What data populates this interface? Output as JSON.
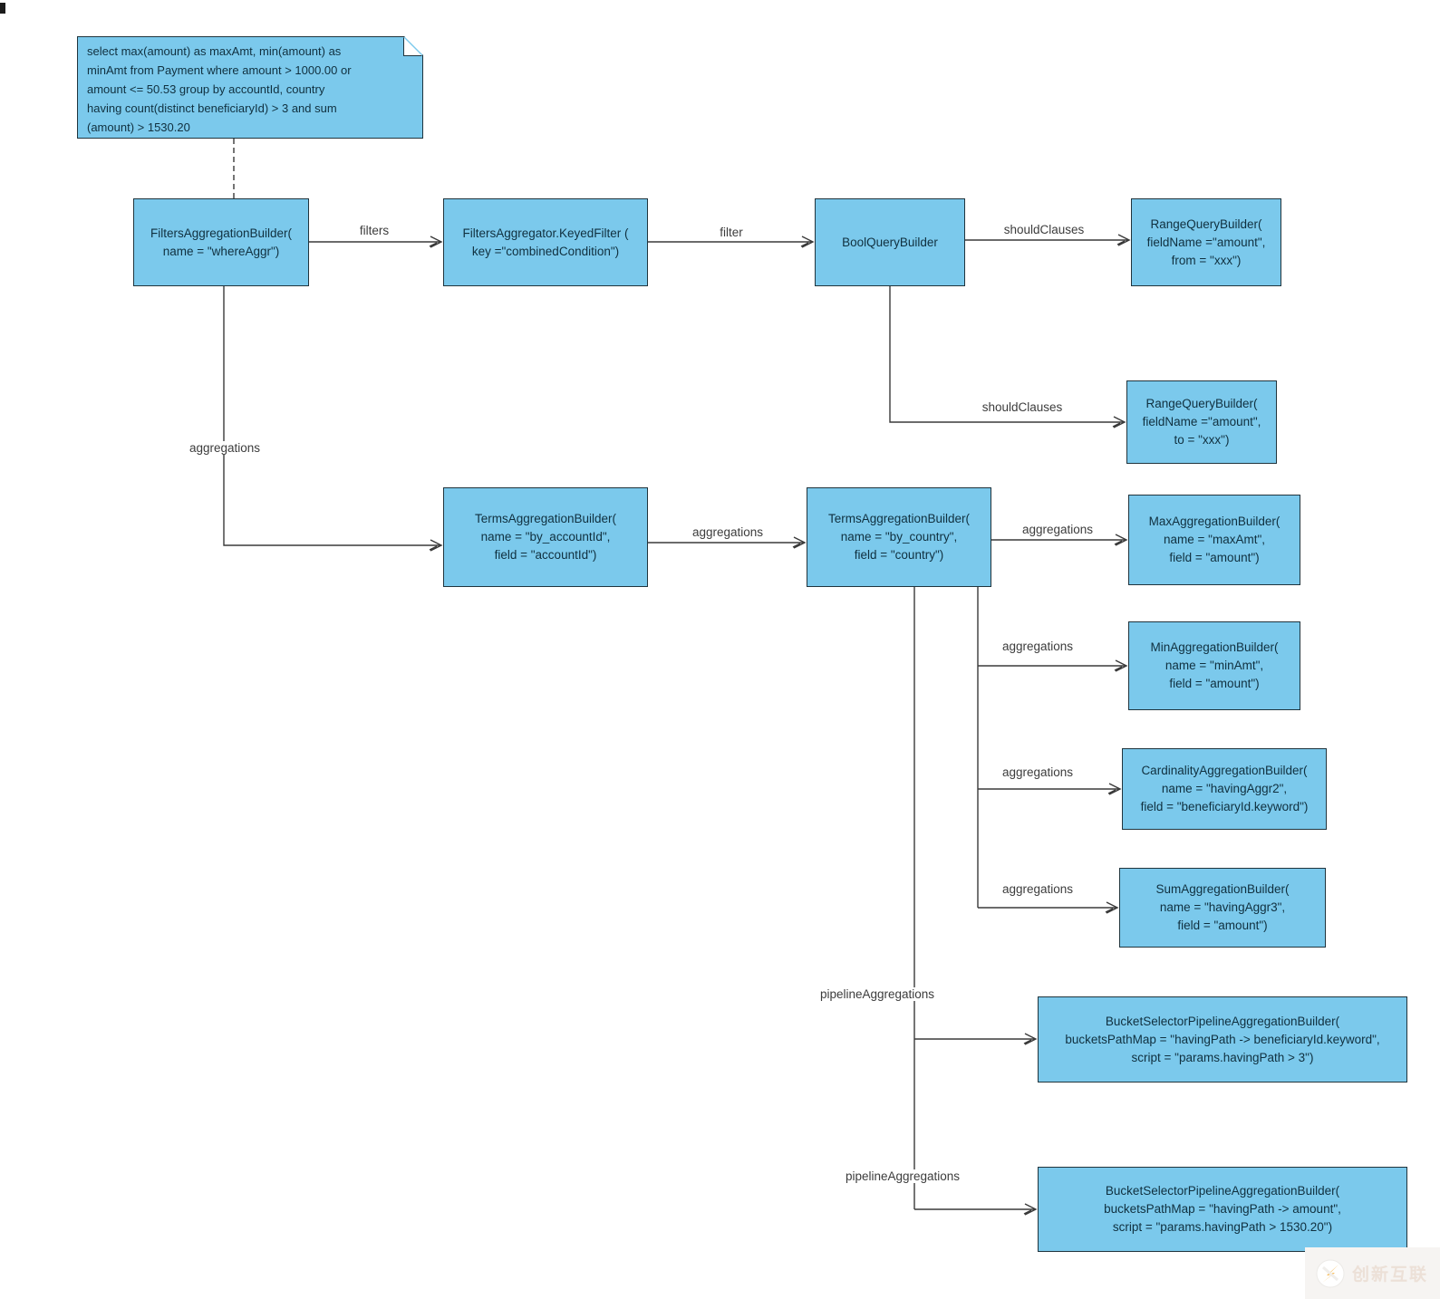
{
  "note": {
    "lines": [
      "select max(amount) as maxAmt, min(amount) as",
      "minAmt from Payment where amount > 1000.00 or",
      "amount <= 50.53 group by accountId, country",
      "having count(distinct beneficiaryId) > 3 and sum",
      "(amount) > 1530.20"
    ]
  },
  "nodes": [
    {
      "id": "filters-aggregation-builder",
      "lines": [
        "FiltersAggregationBuilder(",
        "name = \"whereAggr\")"
      ]
    },
    {
      "id": "filters-aggregator-keyed-filter",
      "lines": [
        "FiltersAggregator.KeyedFilter (",
        "key =\"combinedCondition\")"
      ]
    },
    {
      "id": "bool-query-builder",
      "lines": [
        "BoolQueryBuilder"
      ]
    },
    {
      "id": "range-query-builder-from",
      "lines": [
        "RangeQueryBuilder(",
        "fieldName =\"amount\",",
        "from = \"xxx\")"
      ]
    },
    {
      "id": "range-query-builder-to",
      "lines": [
        "RangeQueryBuilder(",
        "fieldName =\"amount\",",
        "to = \"xxx\")"
      ]
    },
    {
      "id": "terms-aggregation-by-accountid",
      "lines": [
        "TermsAggregationBuilder(",
        "name = \"by_accountId\",",
        "field = \"accountId\")"
      ]
    },
    {
      "id": "terms-aggregation-by-country",
      "lines": [
        "TermsAggregationBuilder(",
        "name = \"by_country\",",
        "field = \"country\")"
      ]
    },
    {
      "id": "max-aggregation-builder",
      "lines": [
        "MaxAggregationBuilder(",
        "name = \"maxAmt\",",
        "field = \"amount\")"
      ]
    },
    {
      "id": "min-aggregation-builder",
      "lines": [
        "MinAggregationBuilder(",
        "name = \"minAmt\",",
        "field = \"amount\")"
      ]
    },
    {
      "id": "cardinality-aggregation-builder",
      "lines": [
        "CardinalityAggregationBuilder(",
        "name = \"havingAggr2\",",
        "field = \"beneficiaryId.keyword\")"
      ]
    },
    {
      "id": "sum-aggregation-builder",
      "lines": [
        "SumAggregationBuilder(",
        "name = \"havingAggr3\",",
        "field = \"amount\")"
      ]
    },
    {
      "id": "bucket-selector-pipeline-1",
      "lines": [
        "BucketSelectorPipelineAggregationBuilder(",
        "bucketsPathMap = \"havingPath -> beneficiaryId.keyword\",",
        "script = \"params.havingPath > 3\")"
      ]
    },
    {
      "id": "bucket-selector-pipeline-2",
      "lines": [
        "BucketSelectorPipelineAggregationBuilder(",
        "bucketsPathMap = \"havingPath -> amount\",",
        "script = \"params.havingPath > 1530.20\")"
      ]
    }
  ],
  "edge_labels": [
    "filters",
    "filter",
    "shouldClauses",
    "shouldClauses",
    "aggregations",
    "aggregations",
    "aggregations",
    "aggregations",
    "aggregations",
    "aggregations",
    "pipelineAggregations",
    "pipelineAggregations"
  ],
  "watermark": {
    "brand": "创新互联"
  },
  "colors": {
    "node_fill": "#7bc9ec",
    "node_border": "#20343d",
    "node_text": "#10303f",
    "line": "#3a3a3a",
    "watermark_accent": "#f5a623"
  }
}
